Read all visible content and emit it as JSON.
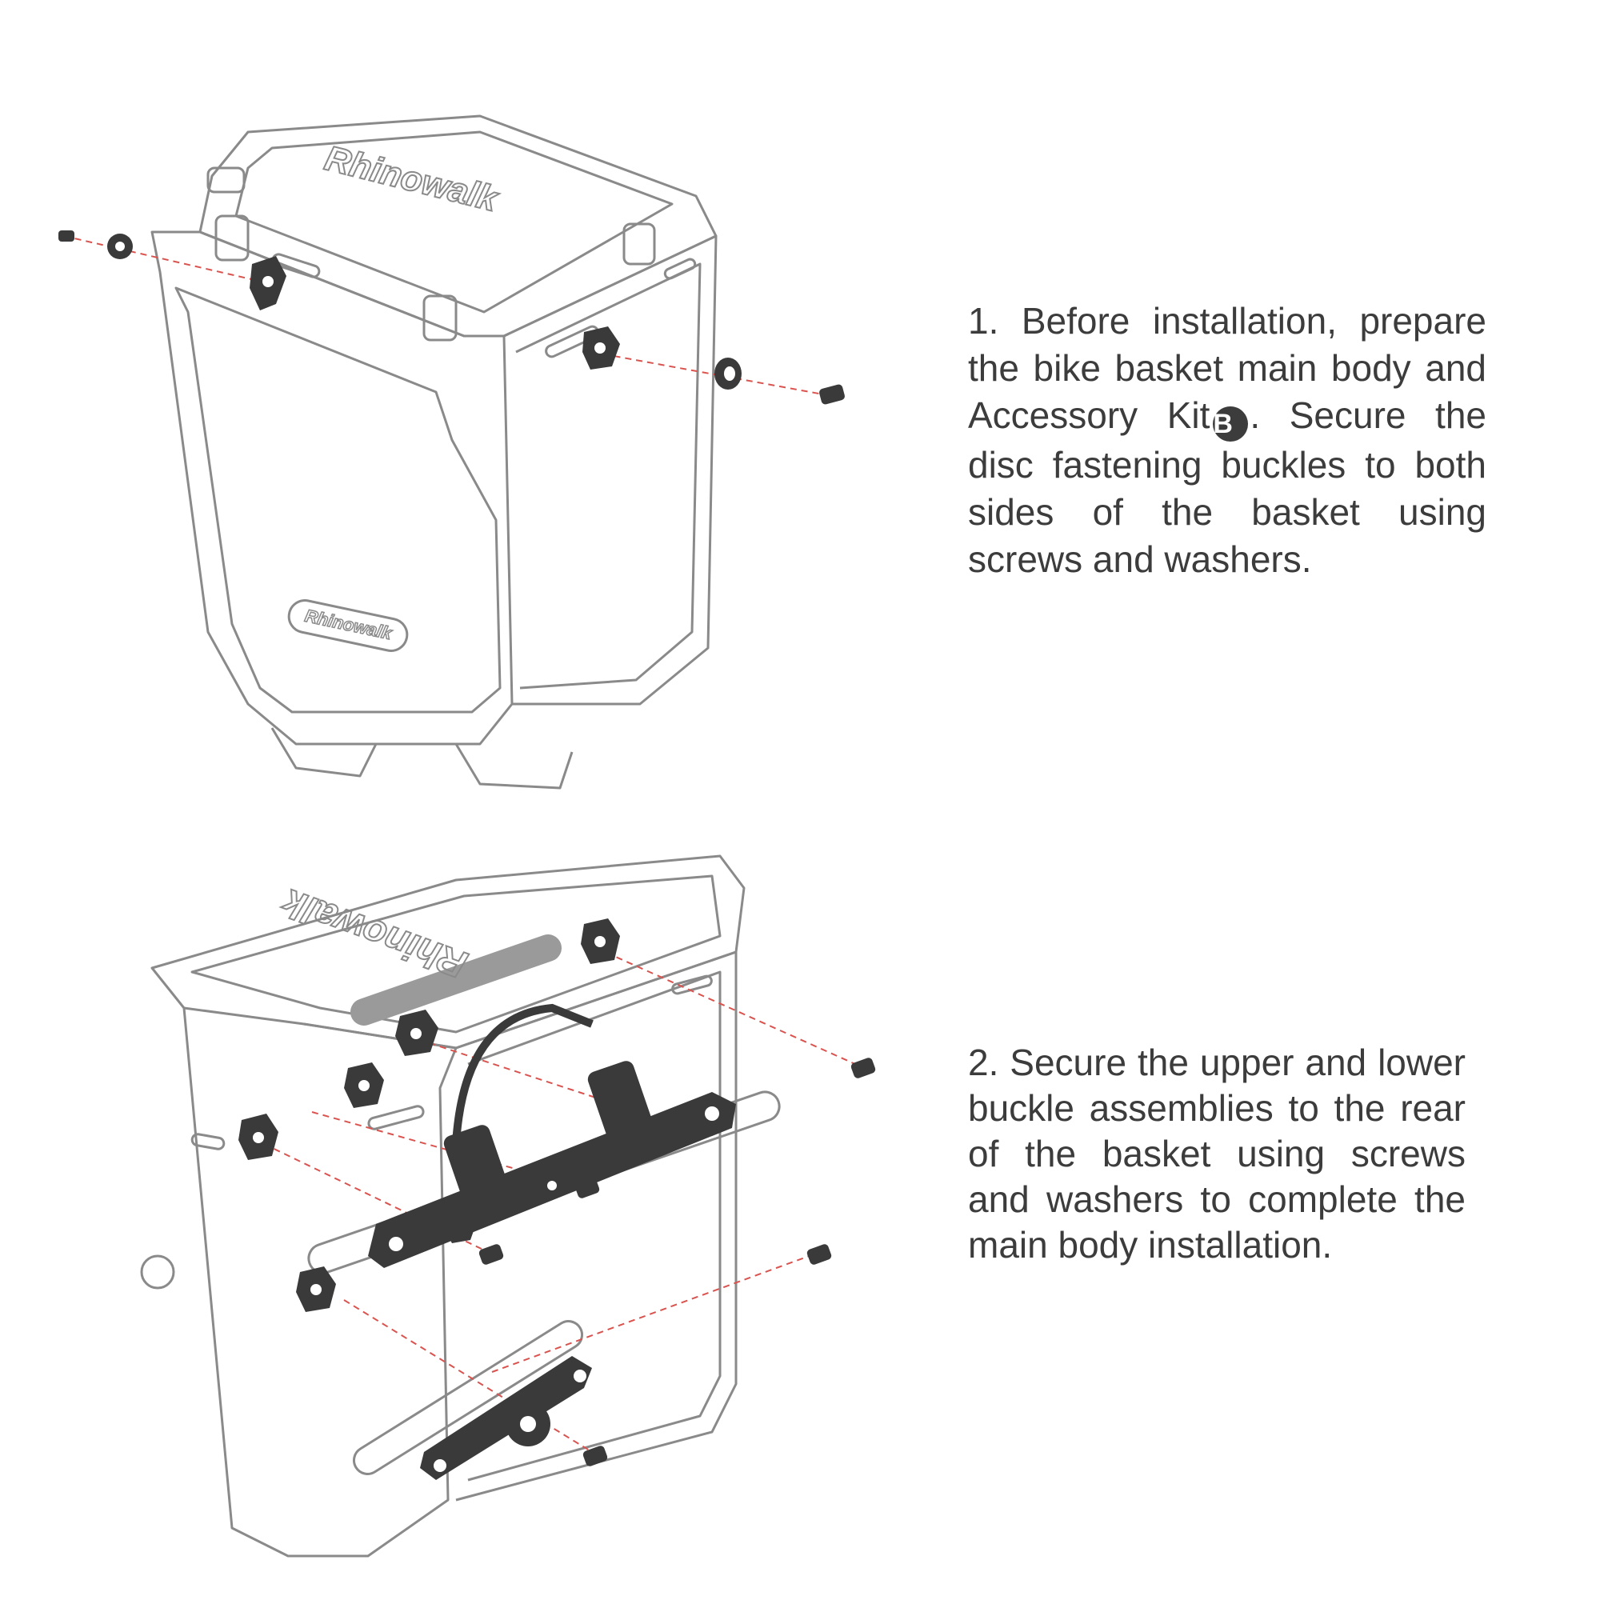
{
  "brand": {
    "logo_text": "Rhinowalk"
  },
  "steps": [
    {
      "text_before": "1. Before installation, prepare the bike basket main body and Accessory Kit",
      "kit_badge": "B",
      "text_after": ". Secure the disc fastening buckles to both sides of the basket using screws and washers."
    },
    {
      "text": "2. Secure the upper and lower buckle assemblies to the rear of the basket using screws and washers to complete the main body installation."
    }
  ],
  "colors": {
    "outline": "#8a8a8a",
    "part": "#3a3a3a",
    "guide": "#d9534f",
    "text": "#3c3c3c",
    "handle": "#9a9a9a"
  }
}
